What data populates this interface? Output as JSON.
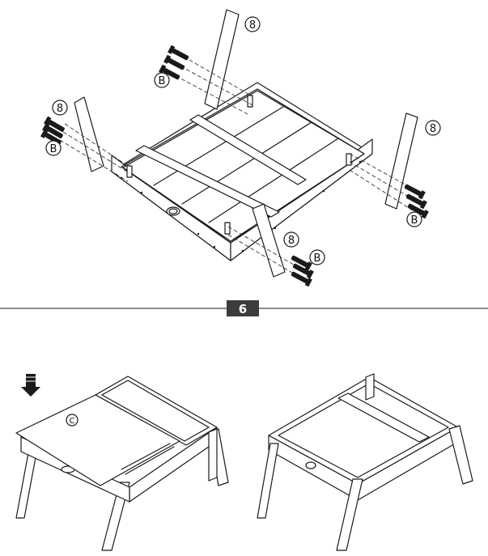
{
  "step": {
    "number": "6",
    "color": "#3c3c3c",
    "rule_color": "#4a4a4a"
  },
  "callouts": {
    "part_leg": "8",
    "part_bolt": "B",
    "part_lid": "C"
  },
  "icons": {
    "arrow": "press-down-arrow-icon"
  }
}
